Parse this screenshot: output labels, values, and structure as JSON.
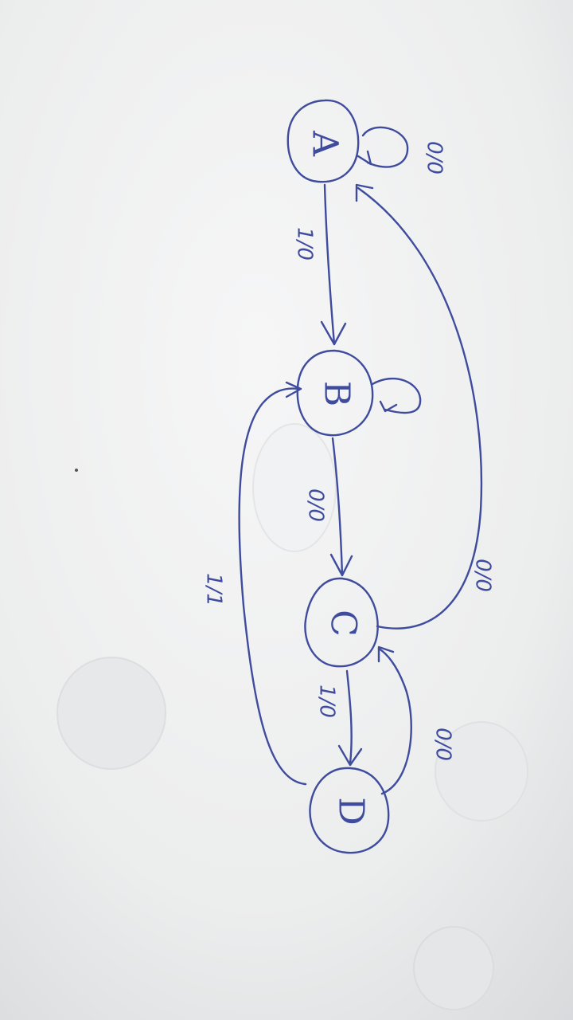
{
  "diagram": {
    "ink_color": "#3f4c9e",
    "states": [
      {
        "id": "A",
        "label": "A"
      },
      {
        "id": "B",
        "label": "B"
      },
      {
        "id": "C",
        "label": "C"
      },
      {
        "id": "D",
        "label": "D"
      }
    ],
    "transitions": [
      {
        "from": "A",
        "to": "A",
        "label": "0/0"
      },
      {
        "from": "A",
        "to": "B",
        "label": "1/0"
      },
      {
        "from": "B",
        "to": "B",
        "label": ""
      },
      {
        "from": "B",
        "to": "C",
        "label": "0/0"
      },
      {
        "from": "C",
        "to": "A",
        "label": "0/0"
      },
      {
        "from": "C",
        "to": "D",
        "label": "1/0"
      },
      {
        "from": "D",
        "to": "C",
        "label": "0/0"
      },
      {
        "from": "D",
        "to": "B",
        "label": "1/1"
      }
    ]
  }
}
